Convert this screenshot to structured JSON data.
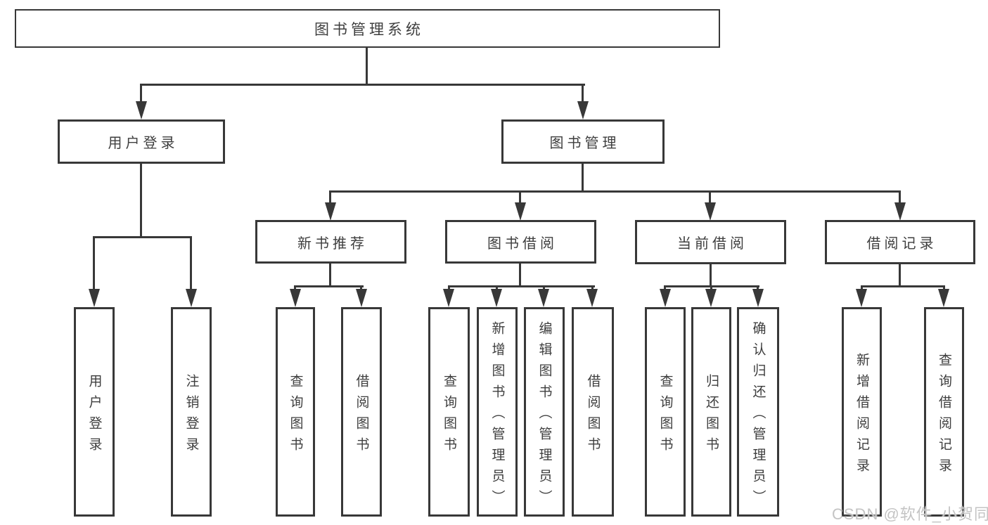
{
  "tree": {
    "root": "图书管理系统",
    "branches": [
      {
        "label": "用户登录",
        "children": [
          "用户登录",
          "注销登录"
        ]
      },
      {
        "label": "图书管理",
        "groups": [
          {
            "label": "新书推荐",
            "children": [
              "查询图书",
              "借阅图书"
            ]
          },
          {
            "label": "图书借阅",
            "children": [
              "查询图书",
              "新增图书（管理员）",
              "编辑图书（管理员）",
              "借阅图书"
            ]
          },
          {
            "label": "当前借阅",
            "children": [
              "查询图书",
              "归还图书",
              "确认归还（管理员）"
            ]
          },
          {
            "label": "借阅记录",
            "children": [
              "新增借阅记录",
              "查询借阅记录"
            ]
          }
        ]
      }
    ]
  },
  "watermark": {
    "text": "CSDN @软件_小贺同学"
  },
  "colors": {
    "line": "#383838",
    "text": "#3e3e3e",
    "watermark": "#c4c4c4"
  }
}
